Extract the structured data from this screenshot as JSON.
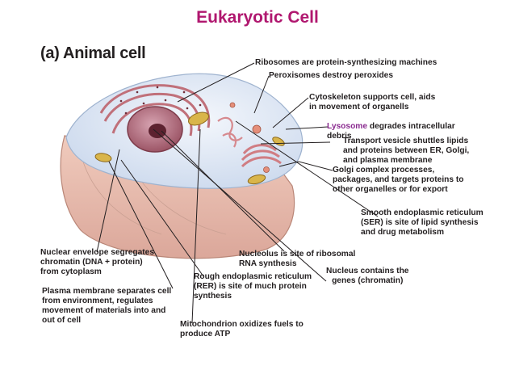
{
  "title": "Eukaryotic Cell",
  "subtitle": "(a) Animal cell",
  "labels": {
    "ribosomes": "Ribosomes are protein-synthesizing machines",
    "peroxisomes": "Peroxisomes destroy peroxides",
    "cytoskeleton": [
      "Cytoskeleton supports cell, aids",
      "in movement of organells"
    ],
    "lysosome_term": "Lysosome",
    "lysosome_rest": " degrades intracellular",
    "lysosome_line2": "debris",
    "transport": [
      "Transport vesicle shuttles lipids",
      "and proteins between ER, Golgi,",
      "and plasma membrane"
    ],
    "golgi": [
      "Golgi complex processes,",
      "packages, and targets proteins to",
      "other organelles or for export"
    ],
    "ser": [
      "Smooth endoplasmic reticulum",
      "(SER) is site of lipid synthesis",
      "and drug metabolism"
    ],
    "nuclear_envelope": [
      "Nuclear envelope segregates",
      "chromatin (DNA + protein)",
      "from cytoplasm"
    ],
    "nucleolus": [
      "Nucleolus is site of ribosomal",
      "RNA synthesis"
    ],
    "nucleus": [
      "Nucleus contains the",
      "genes (chromatin)"
    ],
    "rer": [
      "Rough endoplasmic reticulum",
      "(RER) is site of much protein",
      "synthesis"
    ],
    "plasma_membrane": [
      "Plasma membrane separates cell",
      "from environment, regulates",
      "movement of materials into and",
      "out of cell"
    ],
    "mitochondrion": [
      "Mitochondrion oxidizes fuels to",
      "produce ATP"
    ]
  },
  "colors": {
    "title": "#b0176f",
    "lysosome_term": "#8a2a8f",
    "cytoplasm": "#dfe8f5",
    "cell_base": "#e9c3b3",
    "nucleus": "#c98a9a",
    "er": "#c0707a",
    "mitochondria": "#d9b54a"
  }
}
